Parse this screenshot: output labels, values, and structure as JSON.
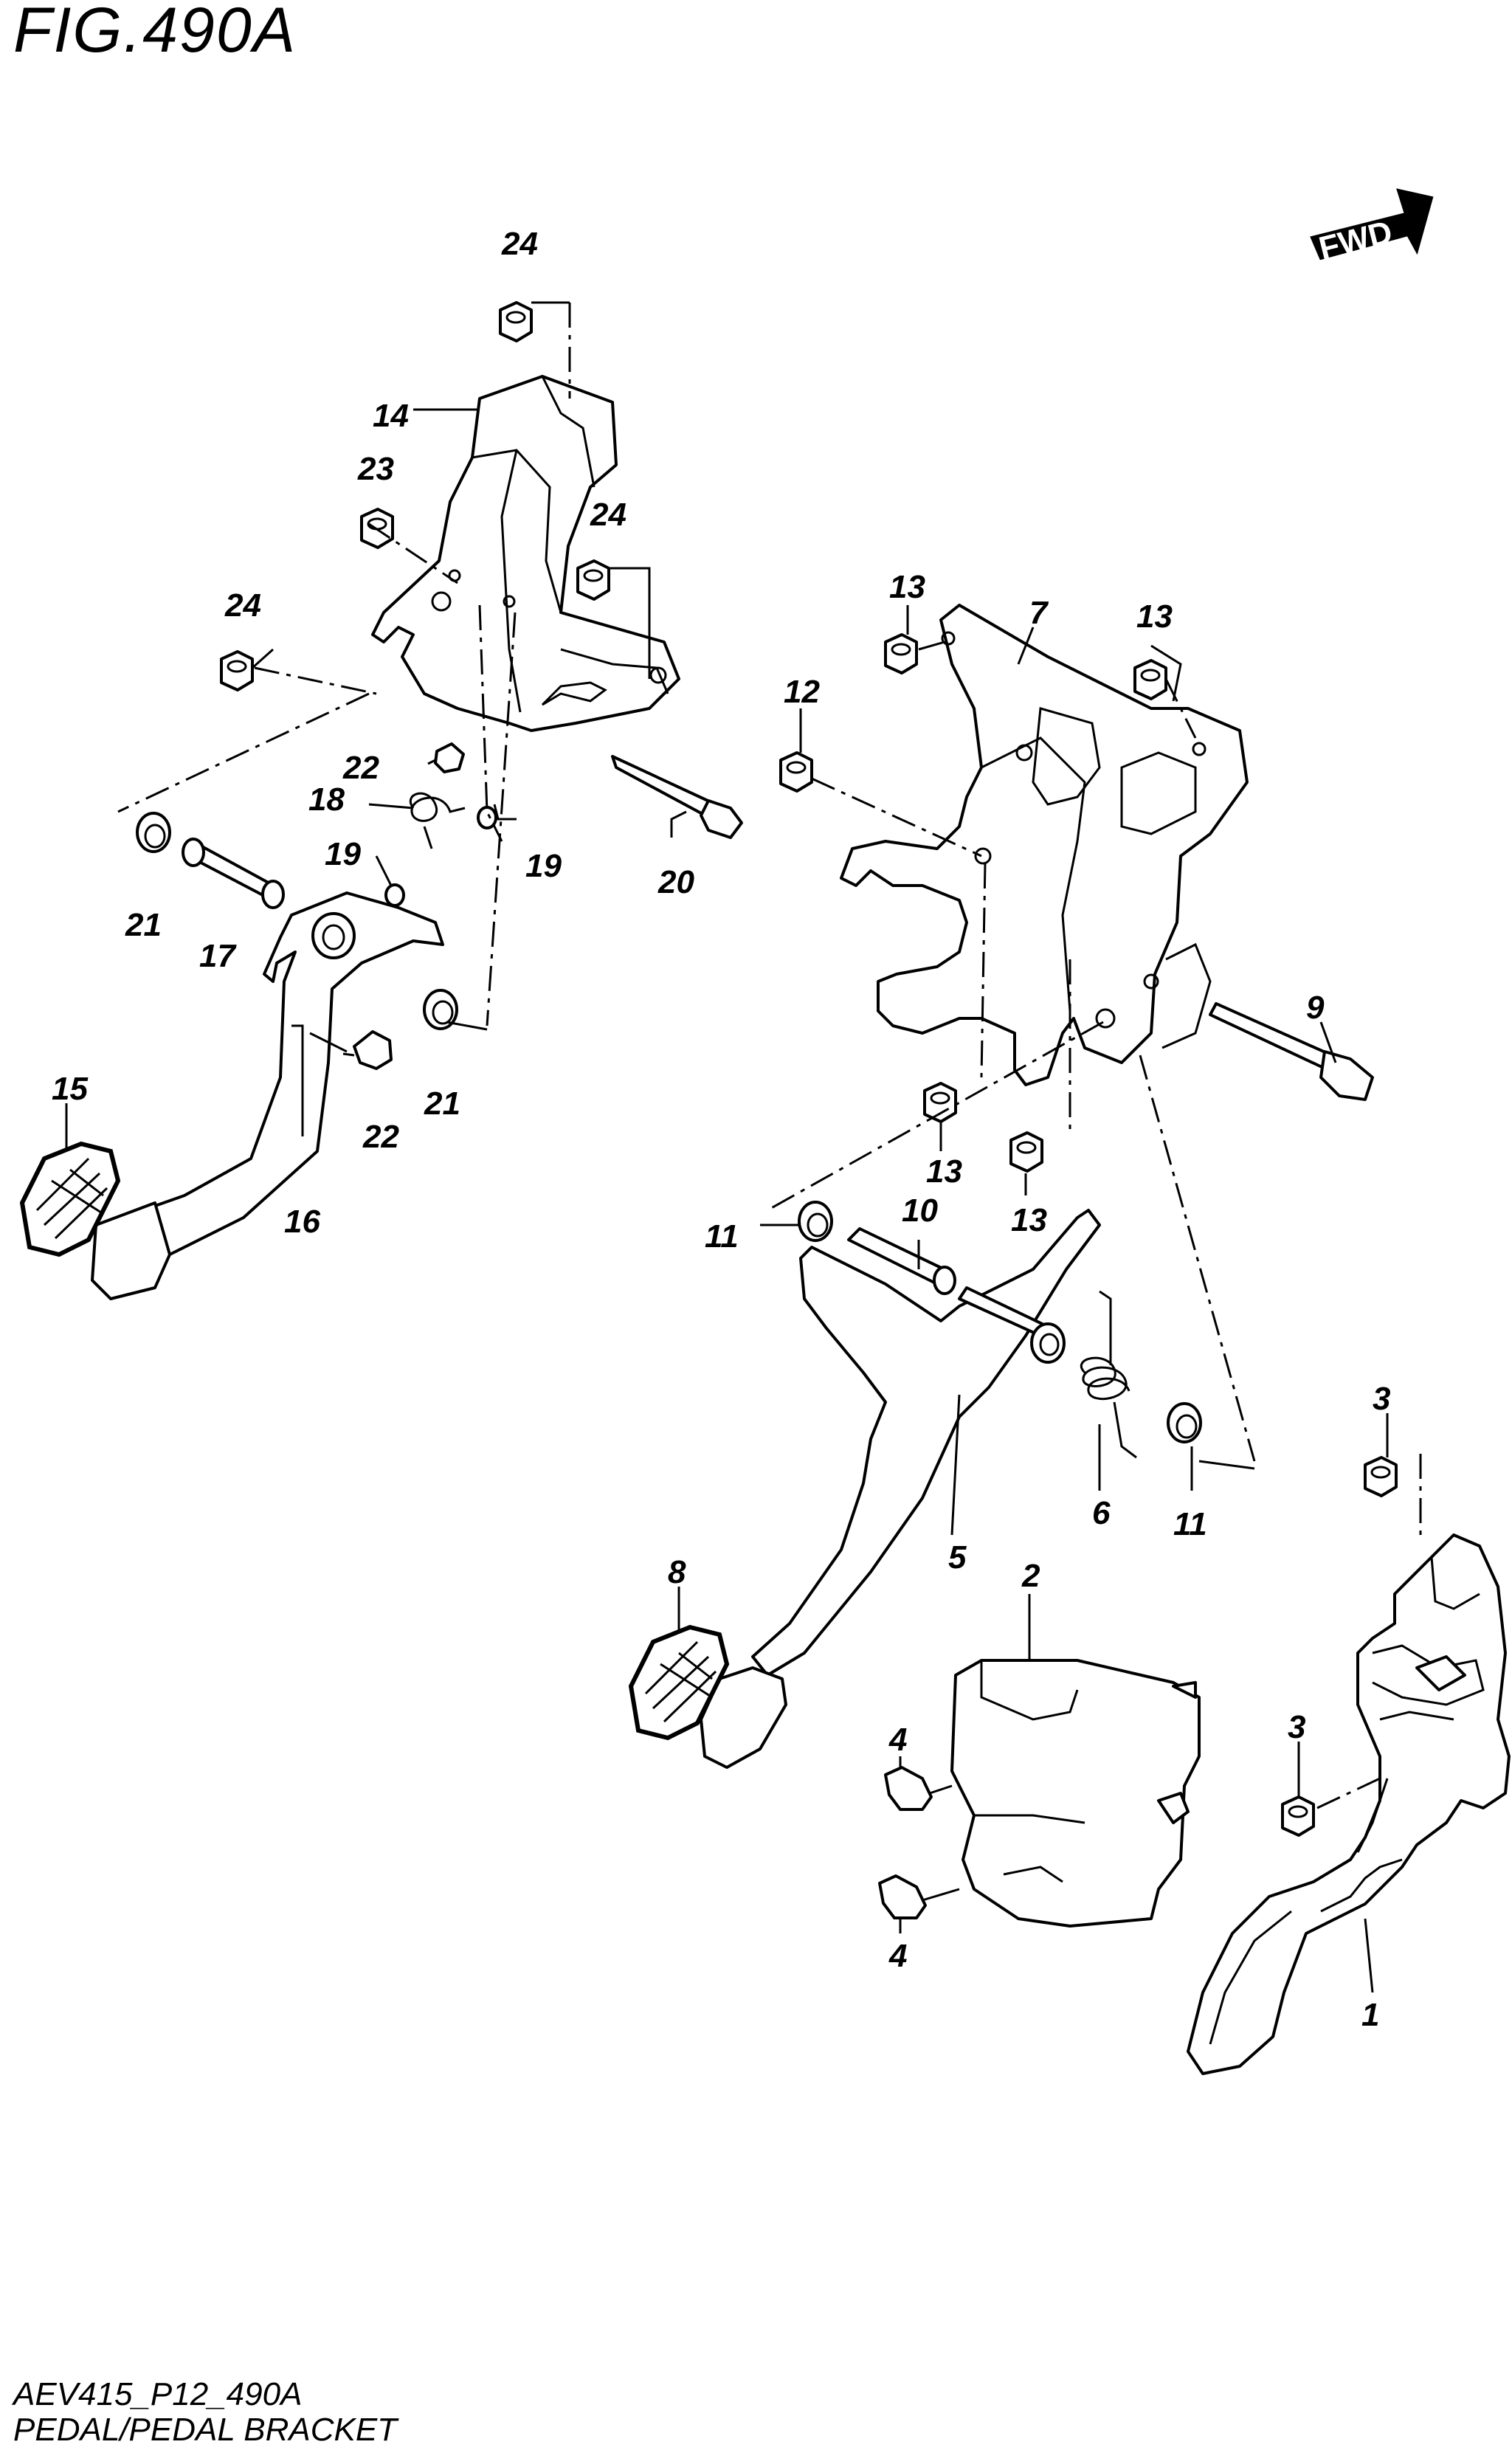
{
  "figure": {
    "title": "FIG.490A",
    "code": "AEV415_P12_490A",
    "caption": "PEDAL/PEDAL BRACKET"
  },
  "direction_badge": {
    "label": "FWD"
  },
  "callouts": {
    "c1": "1",
    "c2": "2",
    "c3a": "3",
    "c3b": "3",
    "c4a": "4",
    "c4b": "4",
    "c5": "5",
    "c6": "6",
    "c7": "7",
    "c8": "8",
    "c9": "9",
    "c10": "10",
    "c11a": "11",
    "c11b": "11",
    "c12": "12",
    "c13a": "13",
    "c13b": "13",
    "c13c": "13",
    "c13d": "13",
    "c14": "14",
    "c15": "15",
    "c16": "16",
    "c17": "17",
    "c18": "18",
    "c19a": "19",
    "c19b": "19",
    "c20": "20",
    "c21a": "21",
    "c21b": "21",
    "c22a": "22",
    "c22b": "22",
    "c23": "23",
    "c24a": "24",
    "c24b": "24",
    "c24c": "24"
  }
}
